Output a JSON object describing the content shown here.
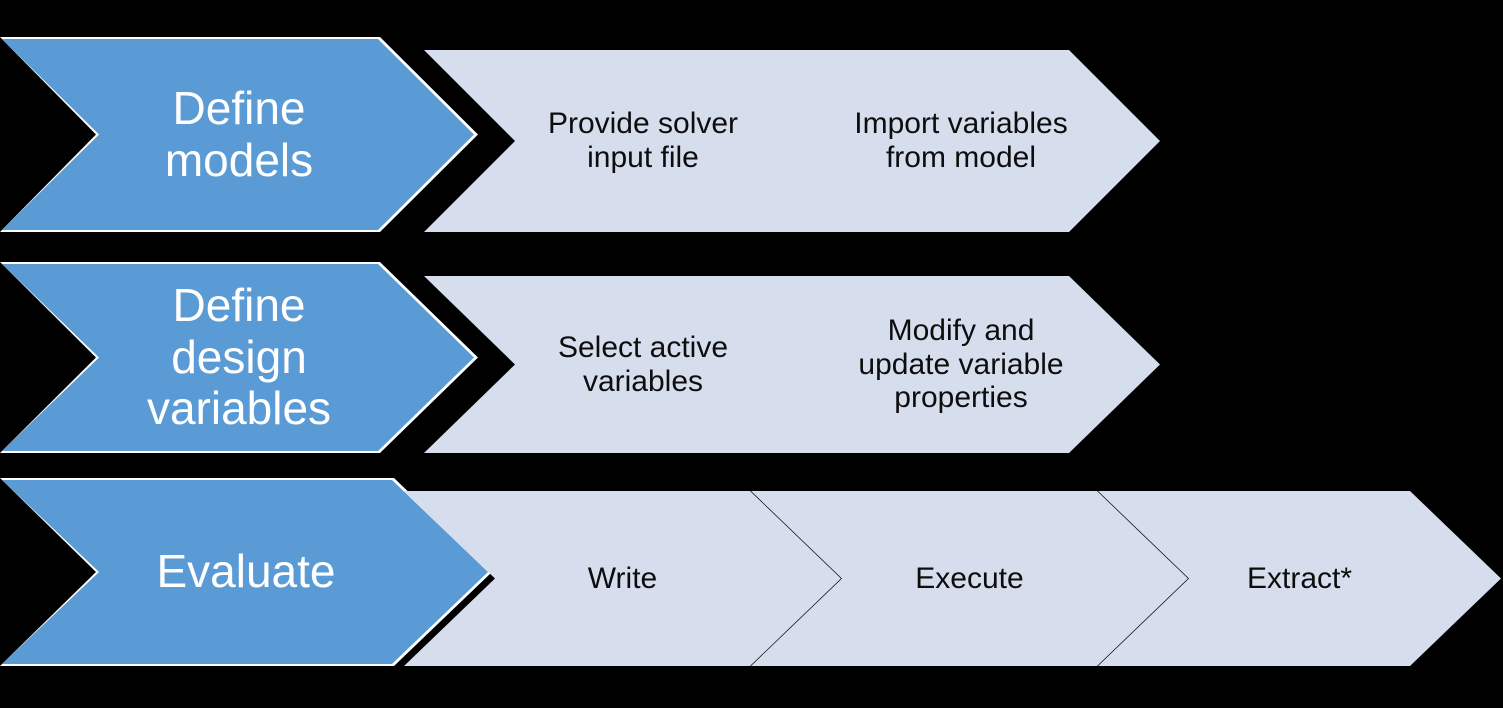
{
  "diagram": {
    "title": "Optimization workflow chevron process",
    "type": "chevron-process",
    "background_color": "#000000",
    "primary_color": "#5B9BD5",
    "primary_outline_color": "#FFFFFF",
    "primary_text_color": "#FFFFFF",
    "secondary_color": "#D6DEEE",
    "secondary_text_color": "#0D0D0D",
    "rows": [
      {
        "name": "define-models",
        "stages": [
          {
            "kind": "primary",
            "label": "Define\nmodels"
          },
          {
            "kind": "secondary",
            "label": "Provide solver\ninput file"
          },
          {
            "kind": "secondary",
            "label": "Import variables\nfrom model"
          }
        ]
      },
      {
        "name": "define-design-variables",
        "stages": [
          {
            "kind": "primary",
            "label": "Define\ndesign\nvariables"
          },
          {
            "kind": "secondary",
            "label": "Select active\nvariables"
          },
          {
            "kind": "secondary",
            "label": "Modify and\nupdate variable\nproperties"
          }
        ]
      },
      {
        "name": "evaluate",
        "stages": [
          {
            "kind": "primary",
            "label": "Evaluate"
          },
          {
            "kind": "secondary",
            "label": "Write"
          },
          {
            "kind": "secondary",
            "label": "Execute"
          },
          {
            "kind": "secondary",
            "label": "Extract*"
          }
        ]
      }
    ]
  }
}
